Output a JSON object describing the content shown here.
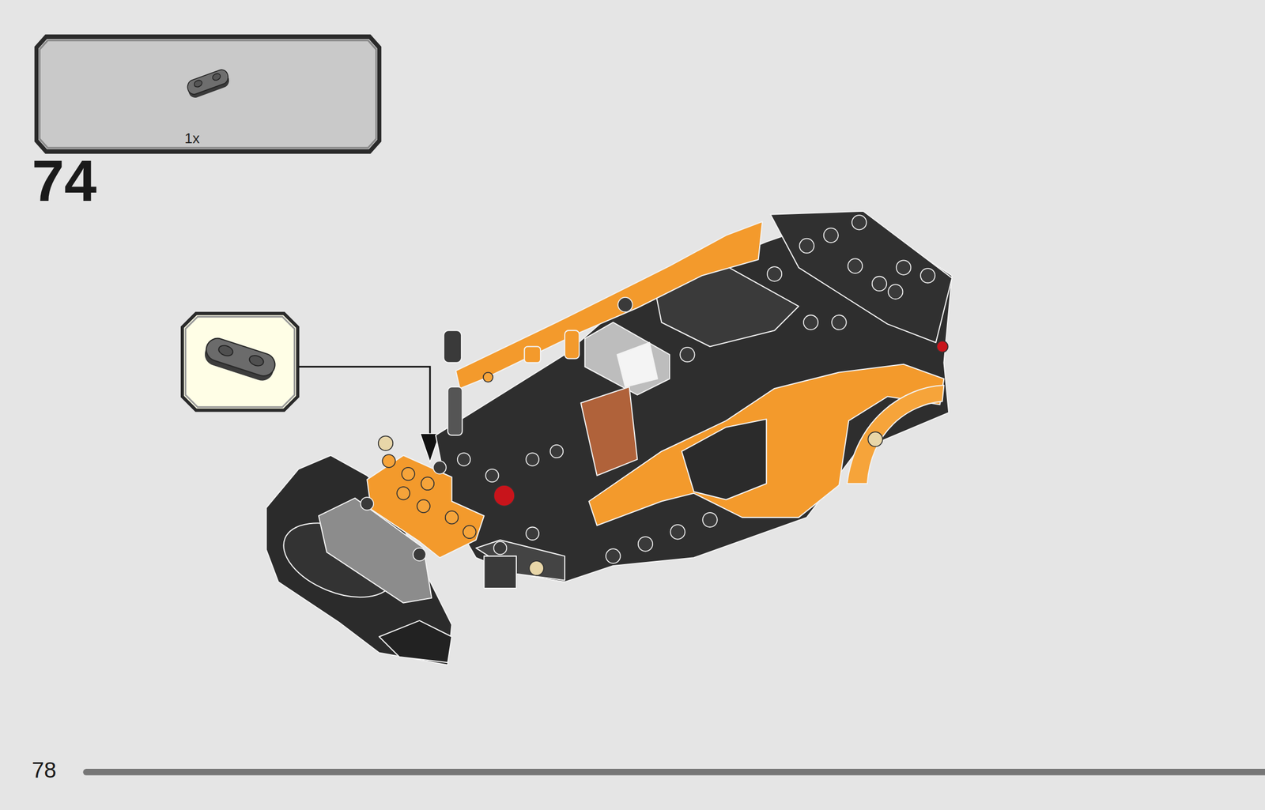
{
  "diagram": {
    "nodes": [
      {
        "text": [
          "1x"
        ]
      }
    ],
    "labels": [
      "74",
      "78"
    ]
  }
}
